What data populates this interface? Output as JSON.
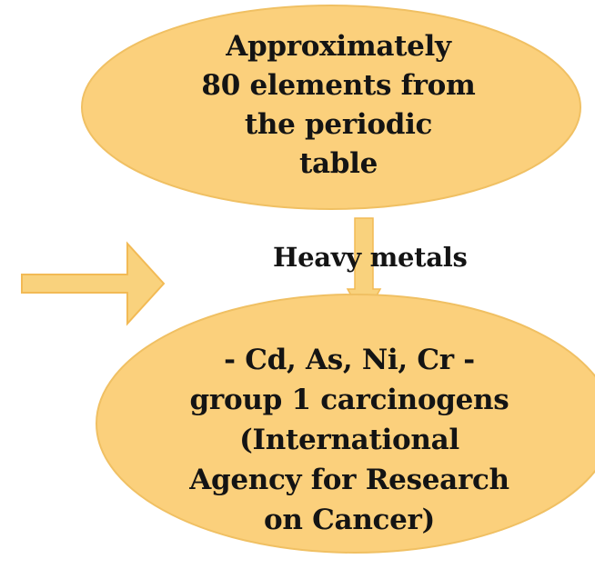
{
  "diagram": {
    "top_node": {
      "lines": [
        "Approximately",
        "80 elements from",
        "the periodic",
        "table"
      ]
    },
    "connector_label": "Heavy metals",
    "bottom_node": {
      "lines": [
        "- Cd, As, Ni, Cr -",
        "group 1 carcinogens",
        "(International",
        "Agency for Research",
        "on Cancer)"
      ]
    },
    "colors": {
      "fill": "#fbd07c",
      "stroke": "#f0c063",
      "arrow_fill": "#f9d27d",
      "arrow_stroke": "#f2ba55"
    }
  }
}
